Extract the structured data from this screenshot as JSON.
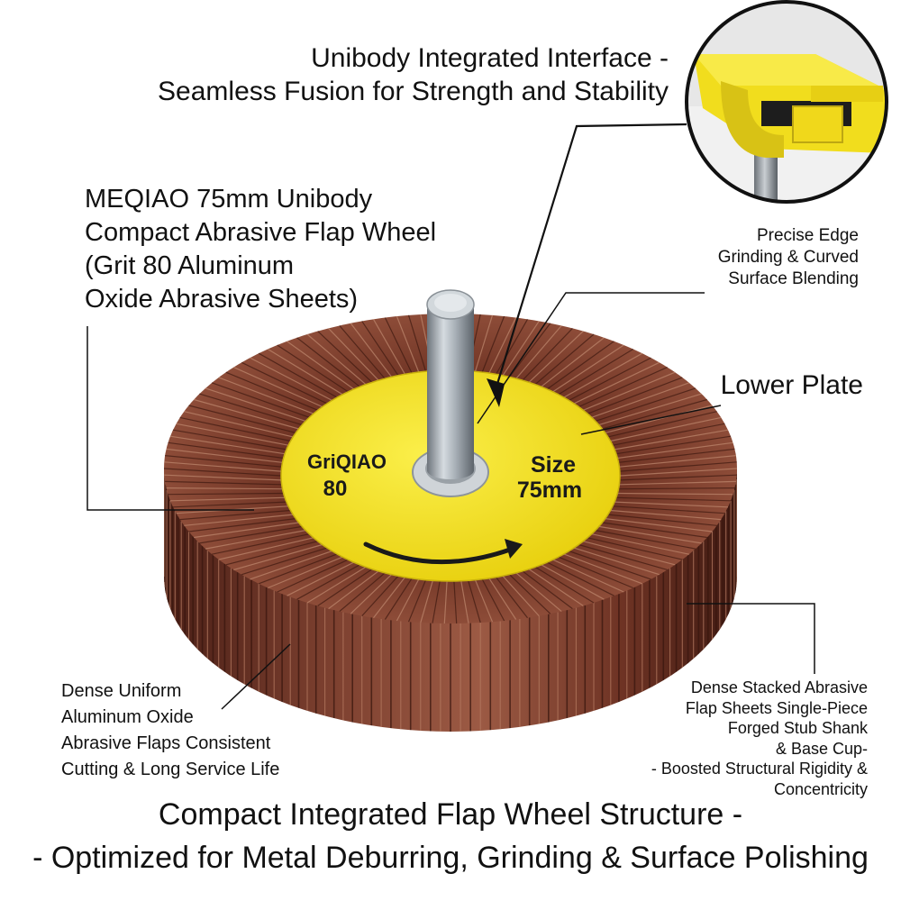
{
  "top_callout": {
    "lines": [
      "Unibody Integrated Interface -",
      "Seamless Fusion for Strength and Stability"
    ]
  },
  "product_callout": {
    "lines": [
      "MEQIAO 75mm Unibody",
      "Compact Abrasive Flap Wheel",
      "(Grit 80 Aluminum",
      "Oxide Abrasive Sheets)"
    ]
  },
  "edge_callout": {
    "lines": [
      "Precise Edge",
      "Grinding & Curved",
      "Surface Blending"
    ]
  },
  "lower_plate_callout": {
    "text": "Lower Plate"
  },
  "flaps_callout": {
    "lines": [
      "Dense Uniform",
      "Aluminum Oxide",
      "Abrasive Flaps Consistent",
      "Cutting & Long Service Life"
    ]
  },
  "stack_callout": {
    "lines": [
      "Dense Stacked Abrasive",
      "Flap Sheets Single-Piece",
      "Forged Stub Shank",
      "& Base Cup-",
      "- Boosted Structural Rigidity &",
      "Concentricity"
    ]
  },
  "wheel_face": {
    "brand": "GriQIAO",
    "grit": "80",
    "size_label": "Size",
    "size_value": "75mm"
  },
  "footer": {
    "lines": [
      "Compact Integrated Flap Wheel Structure -",
      "- Optimized for Metal Deburring, Grinding & Surface Polishing"
    ]
  },
  "colors": {
    "plate_yellow": "#f3e21c",
    "abrasive_brown": "#7a3b2a",
    "shaft_steel": "#9aa3ab",
    "line_black": "#111111"
  }
}
